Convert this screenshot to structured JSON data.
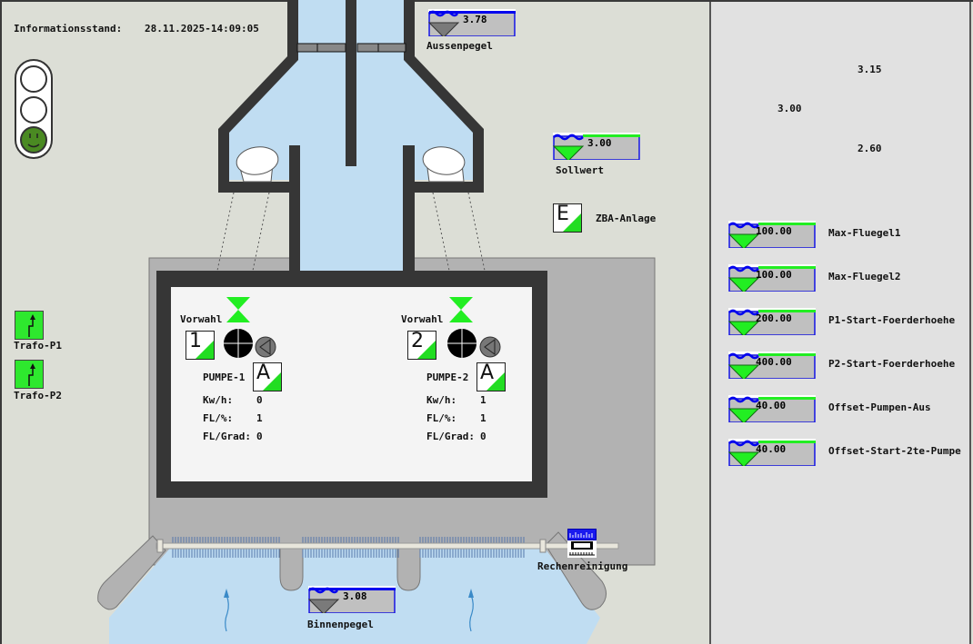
{
  "header": {
    "info_label": "Informationsstand:",
    "info_timestamp": "28.11.2025-14:09:05"
  },
  "traffic_light": {
    "states": [
      "off",
      "off",
      "green"
    ],
    "active_color": "#4a8a22"
  },
  "gauges": {
    "aussenpegel": {
      "value": "3.78",
      "label": "Aussenpegel",
      "type": "measured"
    },
    "sollwert": {
      "value": "3.00",
      "label": "Sollwert",
      "type": "setpoint"
    },
    "binnenpegel": {
      "value": "3.08",
      "label": "Binnenpegel",
      "type": "measured"
    }
  },
  "zba": {
    "letter": "E",
    "label": "ZBA-Anlage"
  },
  "trafos": [
    {
      "label": "Trafo-P1"
    },
    {
      "label": "Trafo-P2"
    }
  ],
  "pumps": [
    {
      "vorwahl_label": "Vorwahl",
      "number": "1",
      "name": "PUMPE-1",
      "mode": "A",
      "rows": [
        {
          "k": "Kw/h:",
          "v": "0"
        },
        {
          "k": "FL/%:",
          "v": "1"
        },
        {
          "k": "FL/Grad:",
          "v": "0"
        }
      ]
    },
    {
      "vorwahl_label": "Vorwahl",
      "number": "2",
      "name": "PUMPE-2",
      "mode": "A",
      "rows": [
        {
          "k": "Kw/h:",
          "v": "1"
        },
        {
          "k": "FL/%:",
          "v": "1"
        },
        {
          "k": "FL/Grad:",
          "v": "0"
        }
      ]
    }
  ],
  "rechen": {
    "label": "Rechenreinigung"
  },
  "level_diagram": {
    "upper": "3.15",
    "middle": "3.00",
    "lower": "2.60"
  },
  "parameters": [
    {
      "value": "100.00",
      "label": "Max-Fluegel1"
    },
    {
      "value": "100.00",
      "label": "Max-Fluegel2"
    },
    {
      "value": "200.00",
      "label": "P1-Start-Foerderhoehe"
    },
    {
      "value": "400.00",
      "label": "P2-Start-Foerderhoehe"
    },
    {
      "value": "40.00",
      "label": "Offset-Pumpen-Aus"
    },
    {
      "value": "40.00",
      "label": "Offset-Start-2te-Pumpe"
    }
  ],
  "colors": {
    "water": "#c0ddf2",
    "wall": "#363636",
    "building": "#b2b2b2",
    "gauge_border": "#1010e0",
    "setpoint_green": "#22ee22",
    "measured_gray": "#7a7a7a"
  }
}
